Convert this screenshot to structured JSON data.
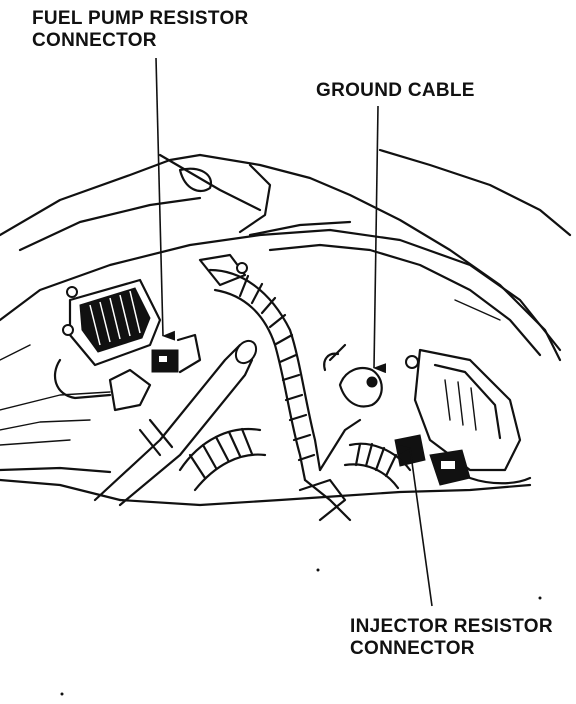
{
  "callouts": {
    "fuel_pump_resistor": {
      "line1": "FUEL PUMP RESISTOR",
      "line2": "CONNECTOR"
    },
    "ground_cable": {
      "line1": "GROUND CABLE"
    },
    "injector_resistor": {
      "line1": "INJECTOR RESISTOR",
      "line2": "CONNECTOR"
    }
  }
}
